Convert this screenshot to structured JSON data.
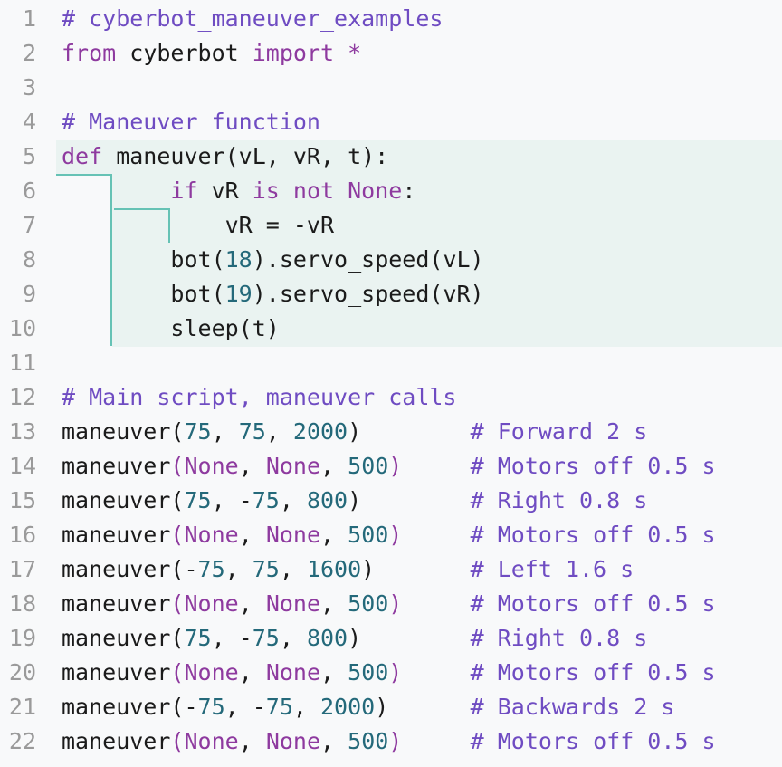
{
  "editor": {
    "lines": [
      {
        "n": "1",
        "tokens": [
          {
            "t": "# cyberbot_maneuver_examples",
            "c": "comment"
          }
        ]
      },
      {
        "n": "2",
        "tokens": [
          {
            "t": "from",
            "c": "keyword"
          },
          {
            "t": " cyberbot ",
            "c": "name"
          },
          {
            "t": "import",
            "c": "keyword"
          },
          {
            "t": " *",
            "c": "keyword"
          }
        ]
      },
      {
        "n": "3",
        "tokens": []
      },
      {
        "n": "4",
        "tokens": [
          {
            "t": "# Maneuver function",
            "c": "comment"
          }
        ]
      },
      {
        "n": "5",
        "tokens": [
          {
            "t": "def",
            "c": "keyword"
          },
          {
            "t": " maneuver(vL, vR, t):",
            "c": "name"
          }
        ]
      },
      {
        "n": "6",
        "tokens": [
          {
            "t": "        ",
            "c": "name"
          },
          {
            "t": "if",
            "c": "keyword"
          },
          {
            "t": " vR ",
            "c": "name"
          },
          {
            "t": "is not None",
            "c": "keyword"
          },
          {
            "t": ":",
            "c": "name"
          }
        ]
      },
      {
        "n": "7",
        "tokens": [
          {
            "t": "            vR = -vR",
            "c": "name"
          }
        ]
      },
      {
        "n": "8",
        "tokens": [
          {
            "t": "        bot(",
            "c": "name"
          },
          {
            "t": "18",
            "c": "number"
          },
          {
            "t": ").servo_speed(vL)",
            "c": "name"
          }
        ]
      },
      {
        "n": "9",
        "tokens": [
          {
            "t": "        bot(",
            "c": "name"
          },
          {
            "t": "19",
            "c": "number"
          },
          {
            "t": ").servo_speed(vR)",
            "c": "name"
          }
        ]
      },
      {
        "n": "10",
        "tokens": [
          {
            "t": "        sleep(t)",
            "c": "name"
          }
        ]
      },
      {
        "n": "11",
        "tokens": []
      },
      {
        "n": "12",
        "tokens": [
          {
            "t": "# Main script, maneuver calls",
            "c": "comment"
          }
        ]
      },
      {
        "n": "13",
        "tokens": [
          {
            "t": "maneuver(",
            "c": "name"
          },
          {
            "t": "75",
            "c": "number"
          },
          {
            "t": ", ",
            "c": "name"
          },
          {
            "t": "75",
            "c": "number"
          },
          {
            "t": ", ",
            "c": "name"
          },
          {
            "t": "2000",
            "c": "number"
          },
          {
            "t": ")        ",
            "c": "name"
          },
          {
            "t": "# Forward 2 s",
            "c": "comment"
          }
        ]
      },
      {
        "n": "14",
        "tokens": [
          {
            "t": "maneuver",
            "c": "name"
          },
          {
            "t": "(",
            "c": "paren2"
          },
          {
            "t": "None",
            "c": "const"
          },
          {
            "t": ", ",
            "c": "name"
          },
          {
            "t": "None",
            "c": "const"
          },
          {
            "t": ", ",
            "c": "name"
          },
          {
            "t": "500",
            "c": "number"
          },
          {
            "t": ")",
            "c": "paren2"
          },
          {
            "t": "     ",
            "c": "name"
          },
          {
            "t": "# Motors off 0.5 s",
            "c": "comment"
          }
        ]
      },
      {
        "n": "15",
        "tokens": [
          {
            "t": "maneuver(",
            "c": "name"
          },
          {
            "t": "75",
            "c": "number"
          },
          {
            "t": ", -",
            "c": "name"
          },
          {
            "t": "75",
            "c": "number"
          },
          {
            "t": ", ",
            "c": "name"
          },
          {
            "t": "800",
            "c": "number"
          },
          {
            "t": ")        ",
            "c": "name"
          },
          {
            "t": "# Right 0.8 s",
            "c": "comment"
          }
        ]
      },
      {
        "n": "16",
        "tokens": [
          {
            "t": "maneuver",
            "c": "name"
          },
          {
            "t": "(",
            "c": "paren2"
          },
          {
            "t": "None",
            "c": "const"
          },
          {
            "t": ", ",
            "c": "name"
          },
          {
            "t": "None",
            "c": "const"
          },
          {
            "t": ", ",
            "c": "name"
          },
          {
            "t": "500",
            "c": "number"
          },
          {
            "t": ")",
            "c": "paren2"
          },
          {
            "t": "     ",
            "c": "name"
          },
          {
            "t": "# Motors off 0.5 s",
            "c": "comment"
          }
        ]
      },
      {
        "n": "17",
        "tokens": [
          {
            "t": "maneuver(-",
            "c": "name"
          },
          {
            "t": "75",
            "c": "number"
          },
          {
            "t": ", ",
            "c": "name"
          },
          {
            "t": "75",
            "c": "number"
          },
          {
            "t": ", ",
            "c": "name"
          },
          {
            "t": "1600",
            "c": "number"
          },
          {
            "t": ")       ",
            "c": "name"
          },
          {
            "t": "# Left 1.6 s",
            "c": "comment"
          }
        ]
      },
      {
        "n": "18",
        "tokens": [
          {
            "t": "maneuver",
            "c": "name"
          },
          {
            "t": "(",
            "c": "paren2"
          },
          {
            "t": "None",
            "c": "const"
          },
          {
            "t": ", ",
            "c": "name"
          },
          {
            "t": "None",
            "c": "const"
          },
          {
            "t": ", ",
            "c": "name"
          },
          {
            "t": "500",
            "c": "number"
          },
          {
            "t": ")",
            "c": "paren2"
          },
          {
            "t": "     ",
            "c": "name"
          },
          {
            "t": "# Motors off 0.5 s",
            "c": "comment"
          }
        ]
      },
      {
        "n": "19",
        "tokens": [
          {
            "t": "maneuver(",
            "c": "name"
          },
          {
            "t": "75",
            "c": "number"
          },
          {
            "t": ", -",
            "c": "name"
          },
          {
            "t": "75",
            "c": "number"
          },
          {
            "t": ", ",
            "c": "name"
          },
          {
            "t": "800",
            "c": "number"
          },
          {
            "t": ")        ",
            "c": "name"
          },
          {
            "t": "# Right 0.8 s",
            "c": "comment"
          }
        ]
      },
      {
        "n": "20",
        "tokens": [
          {
            "t": "maneuver",
            "c": "name"
          },
          {
            "t": "(",
            "c": "paren2"
          },
          {
            "t": "None",
            "c": "const"
          },
          {
            "t": ", ",
            "c": "name"
          },
          {
            "t": "None",
            "c": "const"
          },
          {
            "t": ", ",
            "c": "name"
          },
          {
            "t": "500",
            "c": "number"
          },
          {
            "t": ")",
            "c": "paren2"
          },
          {
            "t": "     ",
            "c": "name"
          },
          {
            "t": "# Motors off 0.5 s",
            "c": "comment"
          }
        ]
      },
      {
        "n": "21",
        "tokens": [
          {
            "t": "maneuver(-",
            "c": "name"
          },
          {
            "t": "75",
            "c": "number"
          },
          {
            "t": ", -",
            "c": "name"
          },
          {
            "t": "75",
            "c": "number"
          },
          {
            "t": ", ",
            "c": "name"
          },
          {
            "t": "2000",
            "c": "number"
          },
          {
            "t": ")      ",
            "c": "name"
          },
          {
            "t": "# Backwards 2 s",
            "c": "comment"
          }
        ]
      },
      {
        "n": "22",
        "tokens": [
          {
            "t": "maneuver",
            "c": "name"
          },
          {
            "t": "(",
            "c": "paren2"
          },
          {
            "t": "None",
            "c": "const"
          },
          {
            "t": ", ",
            "c": "name"
          },
          {
            "t": "None",
            "c": "const"
          },
          {
            "t": ", ",
            "c": "name"
          },
          {
            "t": "500",
            "c": "number"
          },
          {
            "t": ")",
            "c": "paren2"
          },
          {
            "t": "     ",
            "c": "name"
          },
          {
            "t": "# Motors off 0.5 s",
            "c": "comment"
          }
        ]
      }
    ]
  }
}
